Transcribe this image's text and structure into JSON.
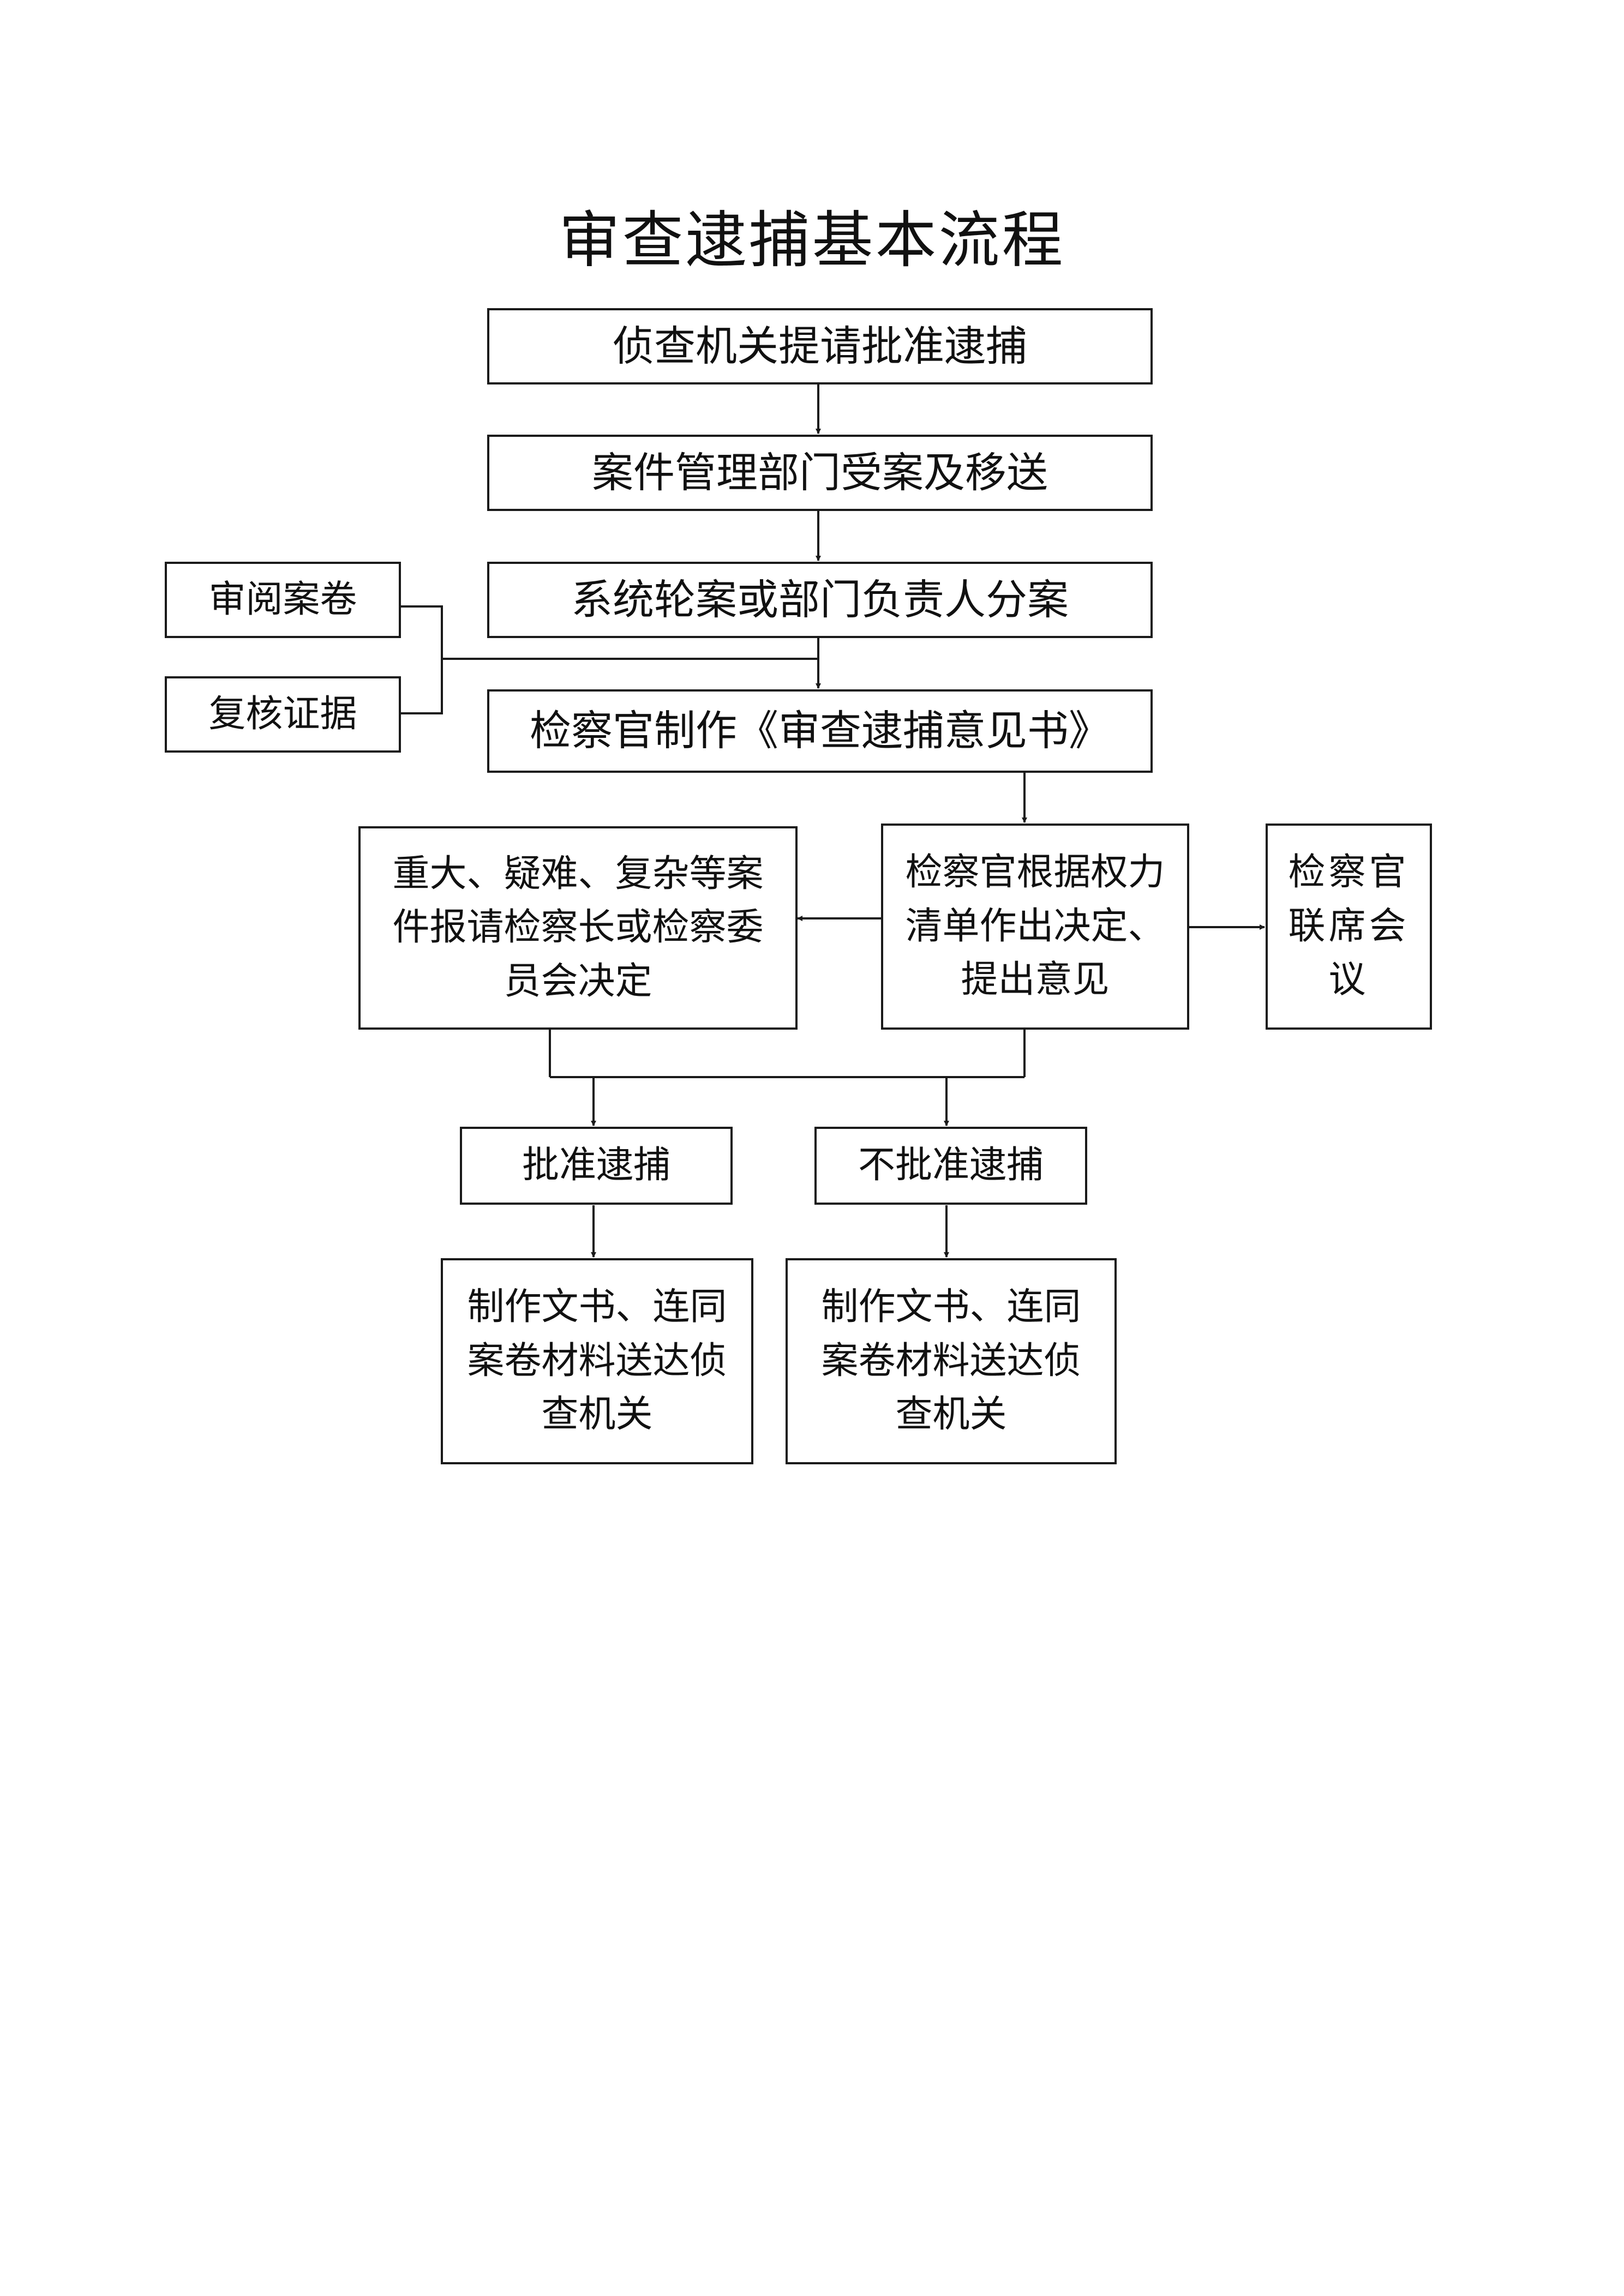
{
  "title": "审查逮捕基本流程",
  "nodes": {
    "submit": "侦查机关提请批准逮捕",
    "receive": "案件管理部门受案及移送",
    "assign": "系统轮案或部门负责人分案",
    "review_file": "审阅案卷",
    "verify_evidence": "复核证据",
    "opinion": "检察官制作《审查逮捕意见书》",
    "major_case": "重大、疑难、复杂等案件报请检察长或检察委员会决定",
    "prosecutor_decide": "检察官根据权力清单作出决定、提出意见",
    "joint_meeting": "检察官联席会议",
    "approve": "批准逮捕",
    "disapprove": "不批准逮捕",
    "deliver_approve": "制作文书、连同案卷材料送达侦查机关",
    "deliver_disapprove": "制作文书、连同案卷材料送达侦查机关"
  }
}
